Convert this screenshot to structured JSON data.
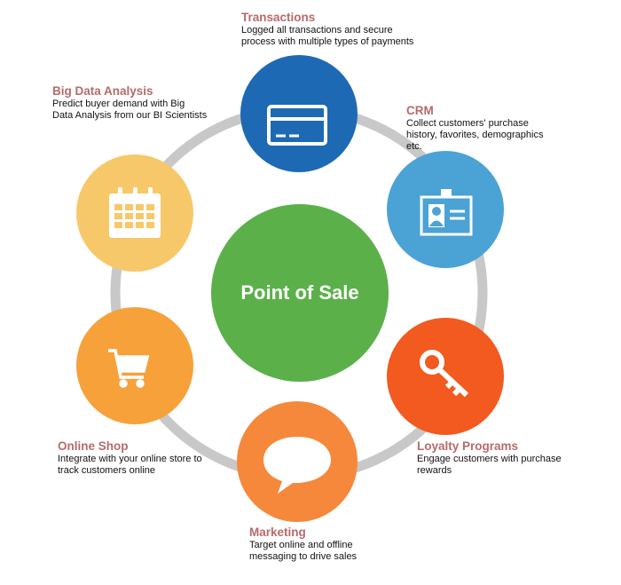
{
  "center": {
    "label": "Point of Sale",
    "color": "#5cb04a"
  },
  "ring_color": "#c8c8c8",
  "nodes": [
    {
      "title": "Transactions",
      "desc": "Logged all transactions and secure process with multiple types of payments",
      "icon": "credit-card-icon",
      "color": "#1e69b4"
    },
    {
      "title": "CRM",
      "desc": "Collect customers' purchase history, favorites, demographics etc.",
      "icon": "id-card-icon",
      "color": "#4ba2d5"
    },
    {
      "title": "Loyalty Programs",
      "desc": "Engage customers with purchase rewards",
      "icon": "key-icon",
      "color": "#f25a1f"
    },
    {
      "title": "Marketing",
      "desc": "Target online and offline messaging to drive sales",
      "icon": "speech-bubble-icon",
      "color": "#f5883b"
    },
    {
      "title": "Online Shop",
      "desc": "Integrate with your online store to track customers online",
      "icon": "shopping-cart-icon",
      "color": "#f6a13a"
    },
    {
      "title": "Big Data Analysis",
      "desc": "Predict buyer demand with Big Data Analysis from our BI Scientists",
      "icon": "calendar-icon",
      "color": "#f7c86a"
    }
  ]
}
